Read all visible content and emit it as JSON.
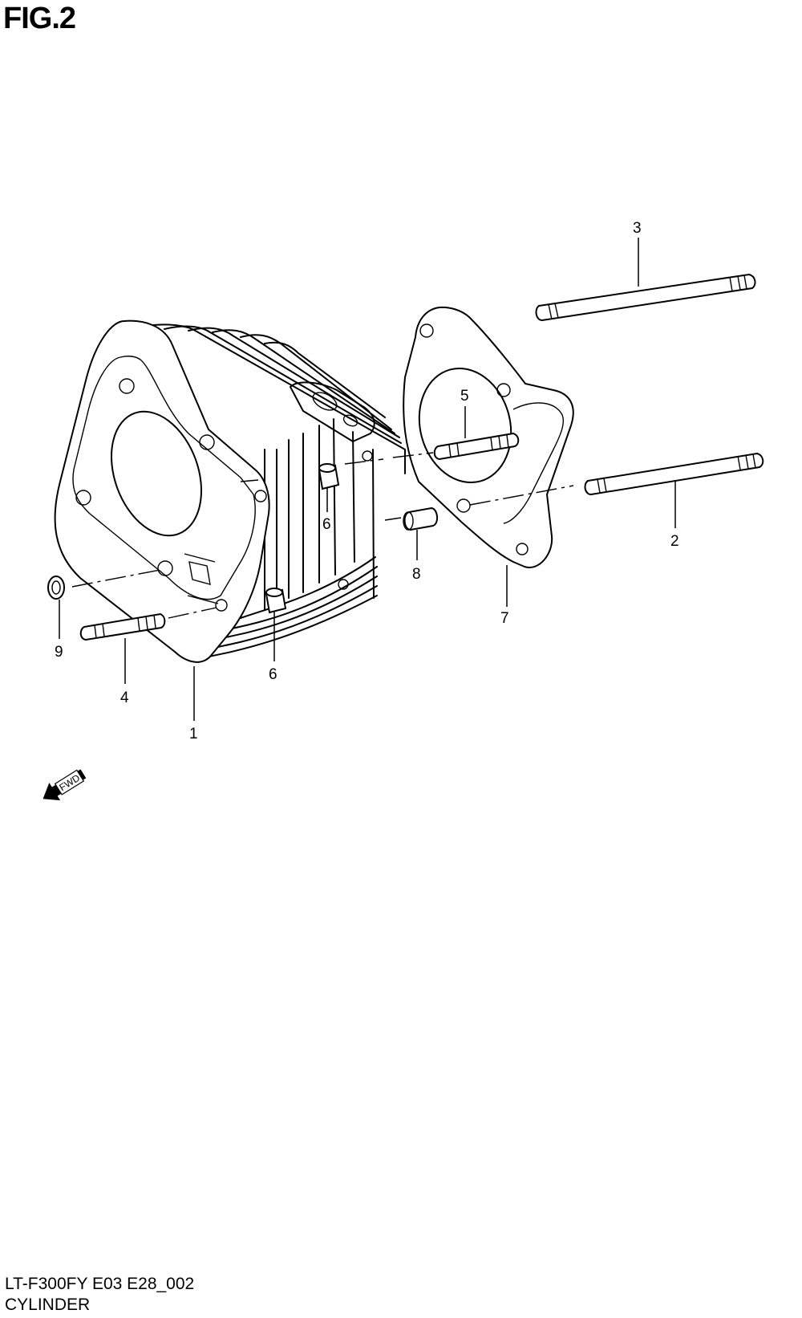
{
  "figure": {
    "title": "FIG.2",
    "model_code": "LT-F300FY E03 E28_002",
    "section_name": "CYLINDER"
  },
  "fwd_badge": {
    "label": "FWD"
  },
  "callouts": {
    "c1": "1",
    "c2": "2",
    "c3": "3",
    "c4": "4",
    "c5": "5",
    "c6a": "6",
    "c6b": "6",
    "c7": "7",
    "c8": "8",
    "c9": "9"
  }
}
